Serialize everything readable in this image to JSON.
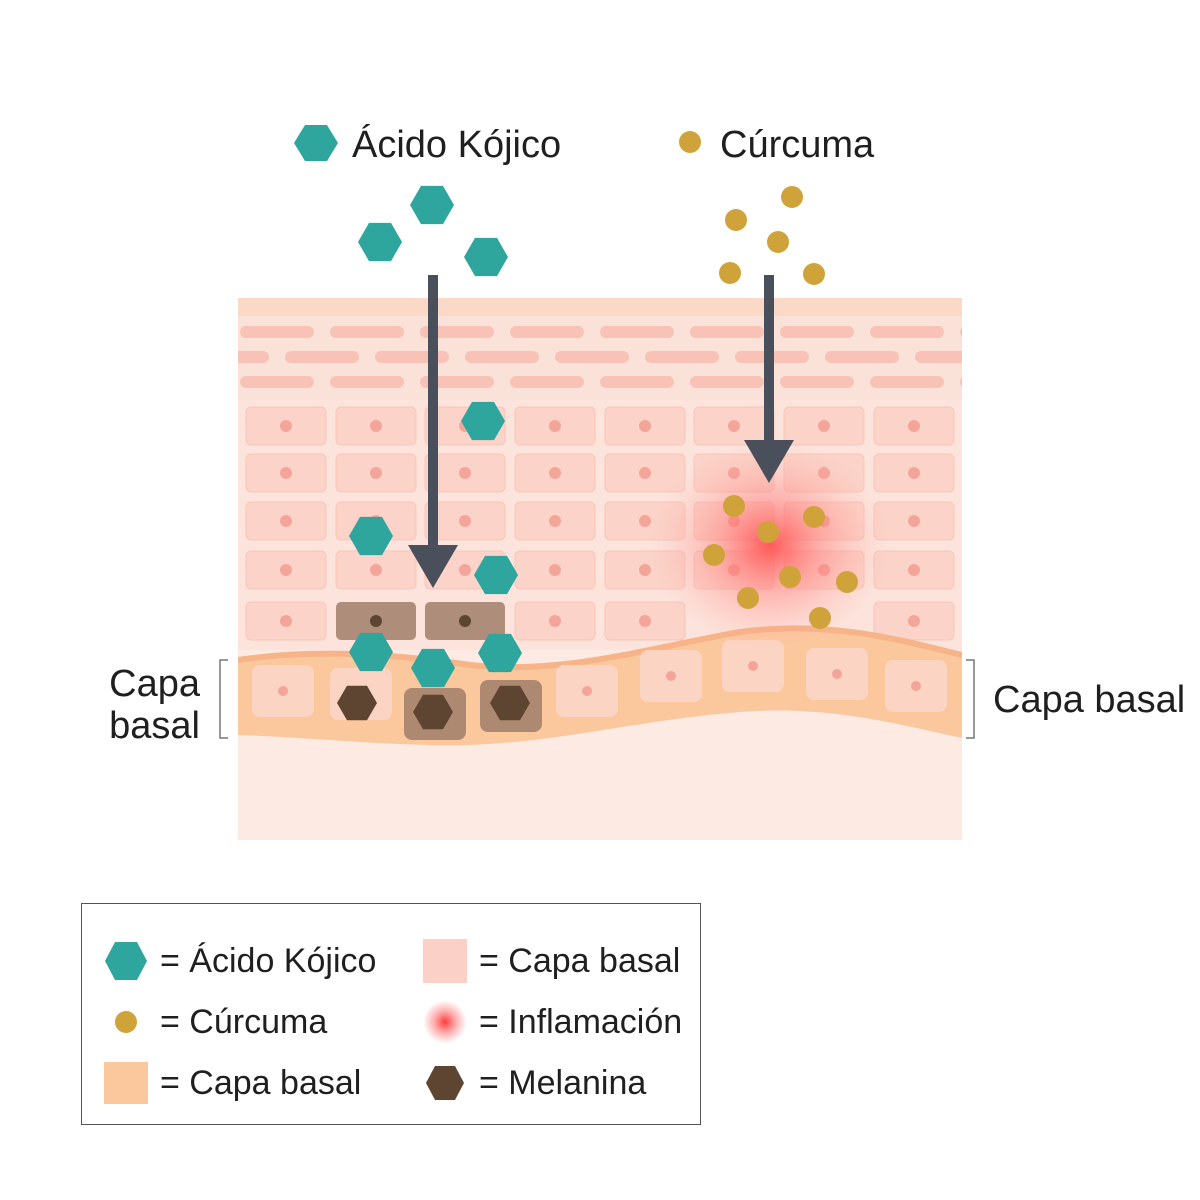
{
  "header": {
    "kojic_label": "Ácido Kójico",
    "curcuma_label": "Cúrcuma"
  },
  "side_labels": {
    "left": [
      "Capa",
      "basal"
    ],
    "right": "Capa basal"
  },
  "legend": {
    "items": [
      {
        "key": "kojic",
        "text": "= Ácido Kójico",
        "symbol": "hexagon-icon"
      },
      {
        "key": "curcuma",
        "text": "= Cúrcuma",
        "symbol": "dot-icon"
      },
      {
        "key": "basal1",
        "text": "= Capa basal",
        "symbol": "orange-square-icon"
      },
      {
        "key": "basal2",
        "text": "= Capa basal",
        "symbol": "pink-square-icon"
      },
      {
        "key": "inflam",
        "text": "= Inflamación",
        "symbol": "glow-icon"
      },
      {
        "key": "melanin",
        "text": "= Melanina",
        "symbol": "dark-hexagon-icon"
      }
    ]
  },
  "colors": {
    "kojic": "#2ea59d",
    "curcuma": "#d0a23a",
    "melanin": "#5e4532",
    "arrow": "#4a4f5c",
    "basal_layer": "#fbc89e",
    "cell": "#fbd6cc",
    "inflammation": "#ff5a5a"
  }
}
